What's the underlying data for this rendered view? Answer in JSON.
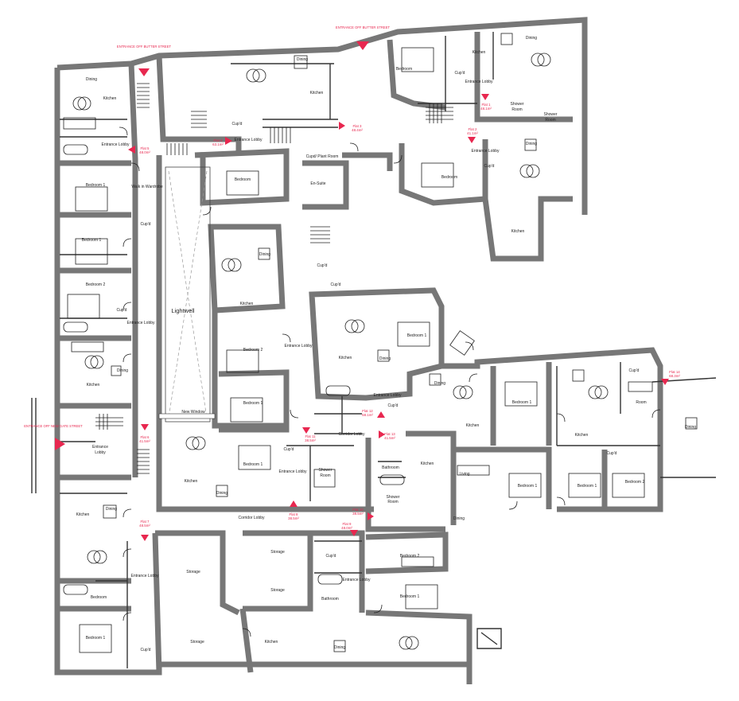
{
  "entrances": {
    "butter_street": "ENTRANCE OFF BUTTER STREET",
    "butter_street_2": "ENTRANCE OFF BUTTER STREET",
    "new_gate": "ENTRANCE OFF NEW GATE STREET"
  },
  "flats": [
    {
      "id": "flat-1",
      "label": "Flat 1",
      "area": "48.1m²"
    },
    {
      "id": "flat-2",
      "label": "Flat 2",
      "area": "41.1m²"
    },
    {
      "id": "flat-3",
      "label": "Flat 3",
      "area": "48.4m²"
    },
    {
      "id": "flat-4",
      "label": "Flat 4",
      "area": "63.1m²"
    },
    {
      "id": "flat-5",
      "label": "Flat 5",
      "area": "48.0m²"
    },
    {
      "id": "flat-6",
      "label": "Flat 6",
      "area": "41.5m²"
    },
    {
      "id": "flat-7",
      "label": "Flat 7",
      "area": "48.5m²"
    },
    {
      "id": "flat-8",
      "label": "Flat 8",
      "area": "38.5m²"
    },
    {
      "id": "flat-9",
      "label": "Flat 9",
      "area": "48.0m²"
    },
    {
      "id": "flat-10",
      "label": "Flat 10",
      "area": "38.5m²"
    },
    {
      "id": "flat-11",
      "label": "Flat 11",
      "area": "38.5m²"
    },
    {
      "id": "flat-12",
      "label": "Flat 12",
      "area": "58.1m²"
    },
    {
      "id": "flat-13",
      "label": "Flat 13",
      "area": "41.5m²"
    },
    {
      "id": "flat-14",
      "label": "Flat 14",
      "area": "68.3m²"
    }
  ],
  "rooms": {
    "lightwell": "Lightwell",
    "new_window": "New Window",
    "corridor_lobby": "Corridor Lobby",
    "corridor_lobby_2": "Corridor Lobby",
    "corridor_lobby_3": "Corridor Lobby",
    "cupd_plant": "Cupd/ Plant Room",
    "walk_in": "Walk in Wardrobe",
    "en_suite": "En-Suite",
    "storage": "Storage",
    "kitchen": "Kitchen",
    "dining": "Dining",
    "bedroom": "Bedroom",
    "bedroom_1": "Bedroom 1",
    "bedroom_2": "Bedroom 2",
    "entrance_lobby": "Entrance Lobby",
    "entrance": "Entrance",
    "lobby": "Lobby",
    "cupd": "Cup'd",
    "shower": "Shower",
    "room": "Room",
    "bathroom": "Bathroom",
    "living": "Living"
  }
}
